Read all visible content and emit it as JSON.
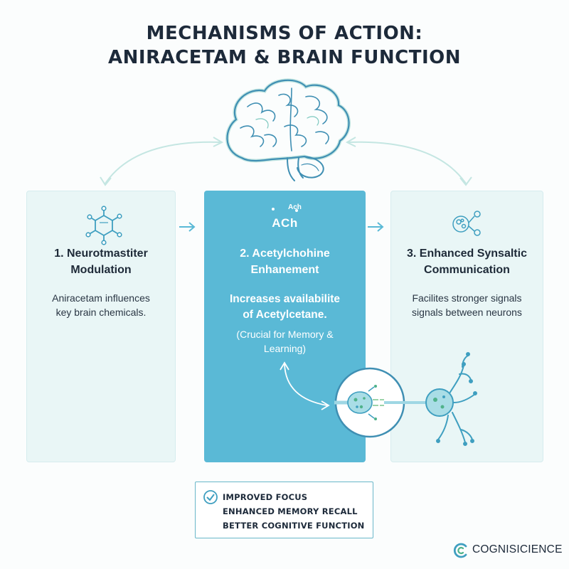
{
  "title": {
    "line1": "MECHANISMS OF ACTION:",
    "line2": "ANIRACETAM & BRAIN FUNCTION"
  },
  "cards": [
    {
      "title_line1": "1. Neurotmastiter",
      "title_line2": "Modulation",
      "text_line1": "Aniracetam influences",
      "text_line2": "key brain chemicals.",
      "icon": "molecule-icon"
    },
    {
      "icon_label_small": "Ach",
      "icon_label": "ACh",
      "title_line1": "2. Acetylchohine",
      "title_line2": "Enhanement",
      "text_line1": "Increases availabilite",
      "text_line2": "of Acetylcetane.",
      "note_line1": "(Crucial for Memory &",
      "note_line2": "Learning)"
    },
    {
      "title_line1": "3. Enhanced Synsaltic",
      "title_line2": "Communication",
      "text_line1": "Facilites stronger signals",
      "text_line2": "signals between neurons",
      "icon": "neuron-signal-icon"
    }
  ],
  "benefits": {
    "icon": "check-circle-icon",
    "items": [
      "IMPROVED FOCUS",
      "ENHANCED MEMORY RECALL",
      "BETTER COGNITIVE FUNCTION"
    ]
  },
  "brand": {
    "name": "COGNISICIENCE",
    "icon": "brand-logo-icon"
  },
  "colors": {
    "accent": "#5ab9d6",
    "card_bg": "#e9f6f6",
    "dark_text": "#1d2a3a",
    "line": "#a8d8d6"
  }
}
